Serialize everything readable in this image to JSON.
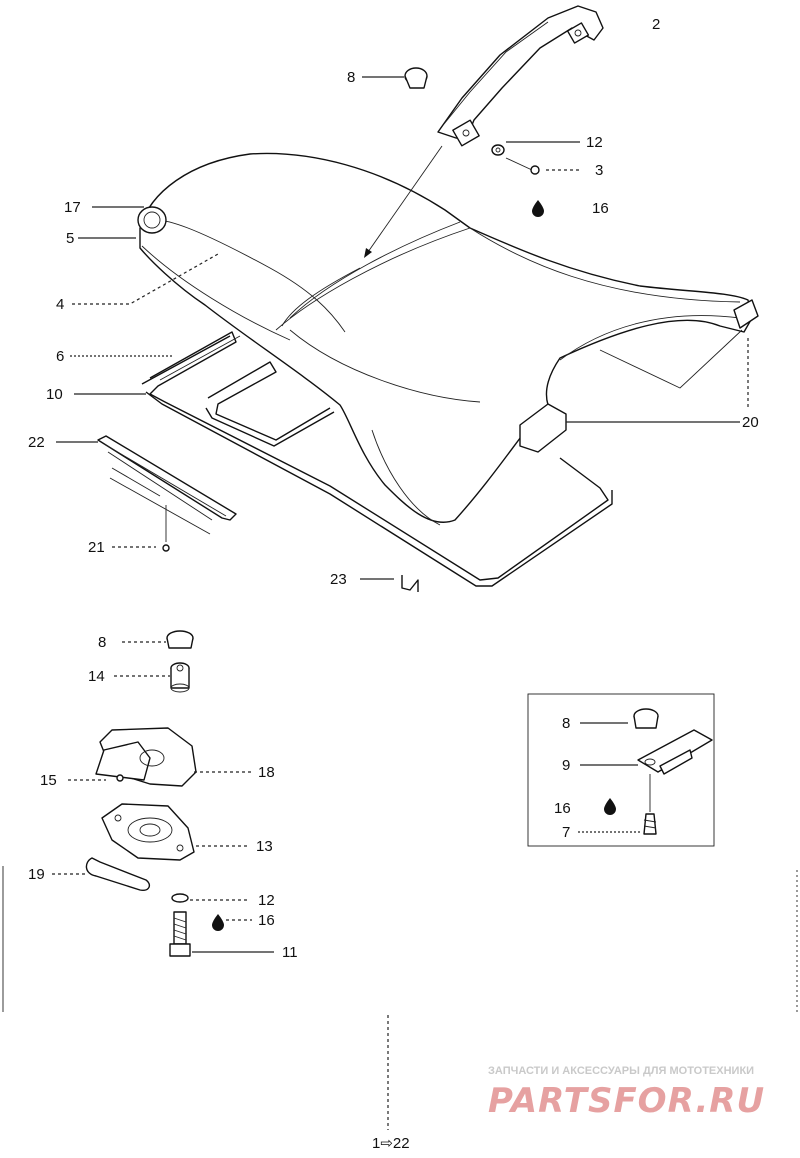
{
  "diagram": {
    "page_number": "2",
    "page_ref": "1⇨22",
    "watermark": {
      "line1": "ЗАПЧАСТИ И АКСЕССУАРЫ ДЛЯ МОТОТЕХНИКИ",
      "line2": "PARTSFOR.RU"
    },
    "callouts": [
      {
        "id": "c8a",
        "label": "8"
      },
      {
        "id": "c12a",
        "label": "12"
      },
      {
        "id": "c3",
        "label": "3"
      },
      {
        "id": "c16a",
        "label": "16"
      },
      {
        "id": "c17",
        "label": "17"
      },
      {
        "id": "c5",
        "label": "5"
      },
      {
        "id": "c4",
        "label": "4"
      },
      {
        "id": "c6",
        "label": "6"
      },
      {
        "id": "c10",
        "label": "10"
      },
      {
        "id": "c20",
        "label": "20"
      },
      {
        "id": "c22",
        "label": "22"
      },
      {
        "id": "c21",
        "label": "21"
      },
      {
        "id": "c23",
        "label": "23"
      },
      {
        "id": "c8b",
        "label": "8"
      },
      {
        "id": "c14",
        "label": "14"
      },
      {
        "id": "c15",
        "label": "15"
      },
      {
        "id": "c18",
        "label": "18"
      },
      {
        "id": "c13",
        "label": "13"
      },
      {
        "id": "c19",
        "label": "19"
      },
      {
        "id": "c12b",
        "label": "12"
      },
      {
        "id": "c16b",
        "label": "16"
      },
      {
        "id": "c11",
        "label": "11"
      },
      {
        "id": "c8c",
        "label": "8"
      },
      {
        "id": "c9",
        "label": "9"
      },
      {
        "id": "c16c",
        "label": "16"
      },
      {
        "id": "c7",
        "label": "7"
      }
    ]
  }
}
